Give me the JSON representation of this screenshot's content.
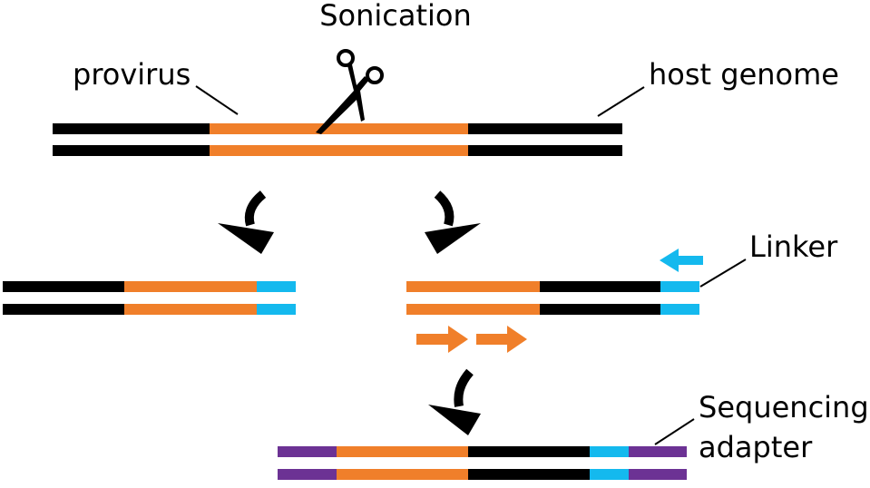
{
  "labels": {
    "sonication": "Sonication",
    "provirus": "provirus",
    "host_genome": "host genome",
    "linker": "Linker",
    "sequencing_line1": "Sequencing",
    "sequencing_line2": "adapter"
  },
  "colors": {
    "host": "#000000",
    "provirus": "#f07f2a",
    "linker": "#14b9ee",
    "adapter": "#6c3294",
    "arrow": "#000000"
  },
  "icons": [
    "scissors-icon",
    "curved-arrow-icon",
    "primer-arrow-icon"
  ]
}
